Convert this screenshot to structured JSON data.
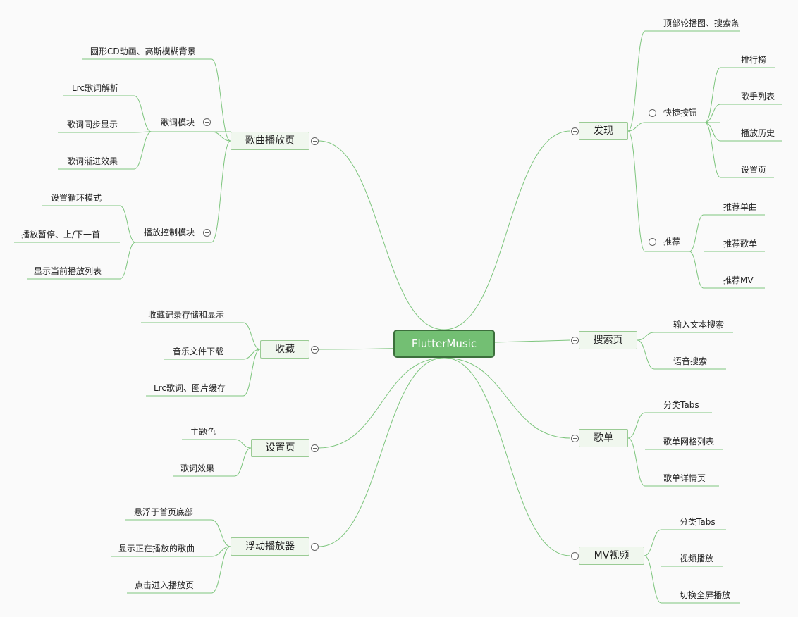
{
  "root": "FlutterMusic",
  "colors": {
    "edge": "#7dc57d",
    "root_fill": "#73bf73",
    "root_border": "#3c6f3c",
    "box_fill": "#f0f7ee",
    "box_border": "#9acb94"
  },
  "left": [
    {
      "label": "歌曲播放页",
      "children": [
        {
          "label": "圆形CD动画、高斯模糊背景"
        },
        {
          "label": "歌词模块",
          "children": [
            {
              "label": "Lrc歌词解析"
            },
            {
              "label": "歌词同步显示"
            },
            {
              "label": "歌词渐进效果"
            }
          ]
        },
        {
          "label": "播放控制模块",
          "children": [
            {
              "label": "设置循环模式"
            },
            {
              "label": "播放暂停、上/下一首"
            },
            {
              "label": "显示当前播放列表"
            }
          ]
        }
      ]
    },
    {
      "label": "收藏",
      "children": [
        {
          "label": "收藏记录存储和显示"
        },
        {
          "label": "音乐文件下载"
        },
        {
          "label": "Lrc歌词、图片缓存"
        }
      ]
    },
    {
      "label": "设置页",
      "children": [
        {
          "label": "主题色"
        },
        {
          "label": "歌词效果"
        }
      ]
    },
    {
      "label": "浮动播放器",
      "children": [
        {
          "label": "悬浮于首页底部"
        },
        {
          "label": "显示正在播放的歌曲"
        },
        {
          "label": "点击进入播放页"
        }
      ]
    }
  ],
  "right": [
    {
      "label": "发现",
      "children": [
        {
          "label": "顶部轮播图、搜索条"
        },
        {
          "label": "快捷按钮",
          "children": [
            {
              "label": "排行榜"
            },
            {
              "label": "歌手列表"
            },
            {
              "label": "播放历史"
            },
            {
              "label": "设置页"
            }
          ]
        },
        {
          "label": "推荐",
          "children": [
            {
              "label": "推荐单曲"
            },
            {
              "label": "推荐歌单"
            },
            {
              "label": "推荐MV"
            }
          ]
        }
      ]
    },
    {
      "label": "搜索页",
      "children": [
        {
          "label": "输入文本搜索"
        },
        {
          "label": "语音搜索"
        }
      ]
    },
    {
      "label": "歌单",
      "children": [
        {
          "label": "分类Tabs"
        },
        {
          "label": "歌单网格列表"
        },
        {
          "label": "歌单详情页"
        }
      ]
    },
    {
      "label": "MV视频",
      "children": [
        {
          "label": "分类Tabs"
        },
        {
          "label": "视频播放"
        },
        {
          "label": "切换全屏播放"
        }
      ]
    }
  ]
}
